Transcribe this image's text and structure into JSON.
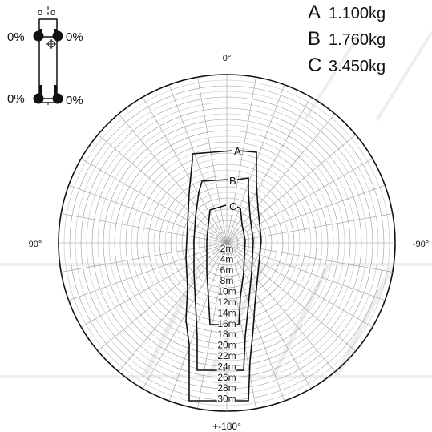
{
  "legend": [
    {
      "key": "A",
      "value": "1.100kg"
    },
    {
      "key": "B",
      "value": "1.760kg"
    },
    {
      "key": "C",
      "value": "3.450kg"
    }
  ],
  "angles": {
    "top": "0°",
    "left": "90°",
    "right": "-90°",
    "bottom": "+-180°"
  },
  "radii": {
    "values": [
      2,
      4,
      6,
      8,
      10,
      12,
      14,
      16,
      18,
      20,
      22,
      24,
      26,
      28,
      30
    ],
    "labels": [
      "2m",
      "4m",
      "6m",
      "8m",
      "10m",
      "12m",
      "14m",
      "16m",
      "18m",
      "20m",
      "22m",
      "24m",
      "26m",
      "28m",
      "30m"
    ]
  },
  "curves": [
    {
      "label": "A"
    },
    {
      "label": "B"
    },
    {
      "label": "C"
    }
  ],
  "outriggers": {
    "percents": [
      "0%",
      "0%",
      "0%",
      "0%"
    ],
    "small_circles": [
      "o",
      "o"
    ]
  },
  "colors": {
    "line": "#111111",
    "grid": "#9a9a9a",
    "grid_light": "#c2c2c2",
    "watermark": "#efefef"
  }
}
